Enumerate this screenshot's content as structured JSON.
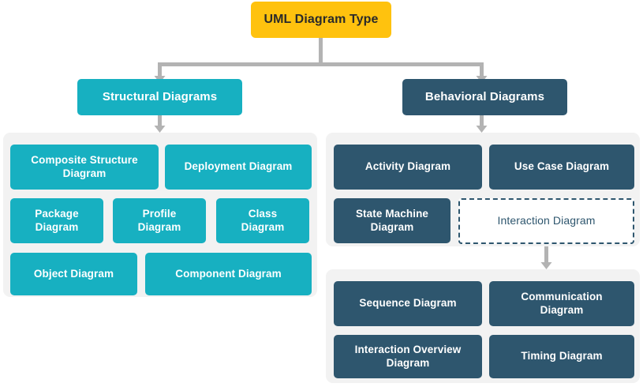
{
  "diagram": {
    "title": "UML Diagram Type",
    "colors": {
      "root": "#FFC20E",
      "structural": "#17B0C1",
      "behavioral": "#2E566E",
      "panel_background": "#F2F2F2",
      "connector": "#B3B3B3",
      "page_background": "#FFFFFF"
    },
    "root_node": {
      "label": "UML Diagram Type"
    },
    "branches": [
      {
        "id": "structural",
        "label": "Structural Diagrams",
        "leaves": [
          {
            "label": "Composite Structure\nDiagram"
          },
          {
            "label": "Deployment Diagram"
          },
          {
            "label": "Package\nDiagram"
          },
          {
            "label": "Profile\nDiagram"
          },
          {
            "label": "Class\nDiagram"
          },
          {
            "label": "Object Diagram"
          },
          {
            "label": "Component Diagram"
          }
        ]
      },
      {
        "id": "behavioral",
        "label": "Behavioral Diagrams",
        "leaves": [
          {
            "label": "Activity Diagram"
          },
          {
            "label": "Use Case Diagram"
          },
          {
            "label": "State Machine\nDiagram"
          },
          {
            "label": "Interaction Diagram"
          }
        ],
        "sub_group": {
          "parent": "Interaction Diagram",
          "leaves": [
            {
              "label": "Sequence Diagram"
            },
            {
              "label": "Communication\nDiagram"
            },
            {
              "label": "Interaction Overview\nDiagram"
            },
            {
              "label": "Timing Diagram"
            }
          ]
        }
      }
    ]
  }
}
